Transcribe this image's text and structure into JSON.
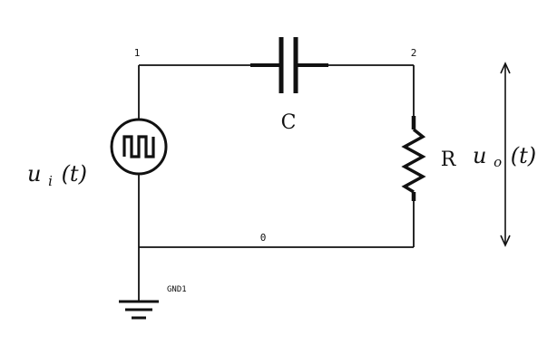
{
  "diagram": {
    "nodes": {
      "n1": "1",
      "n2": "2",
      "n0": "0"
    },
    "components": {
      "capacitor": "C",
      "resistor": "R"
    },
    "ground_label": "GND1",
    "input_signal": {
      "base": "u",
      "sub": "i",
      "arg": "(t)"
    },
    "output_signal": {
      "base": "u",
      "sub": "o",
      "arg": "(t)"
    },
    "source_icon": "square-wave-source-icon",
    "colors": {
      "line": "#111111",
      "background": "#ffffff"
    }
  }
}
